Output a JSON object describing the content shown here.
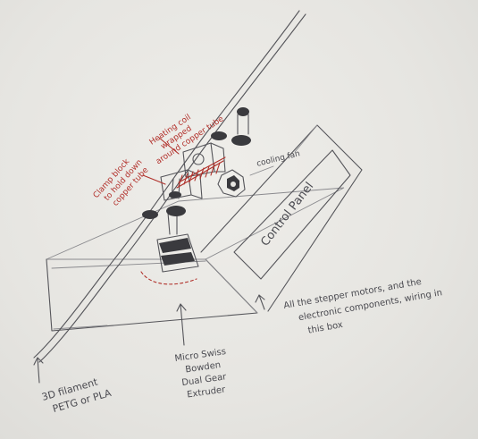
{
  "labels": {
    "clamp_block": [
      "Clamp block",
      "to hold down",
      "copper tube"
    ],
    "heating_coil": [
      "Heating coil",
      "wrapped",
      "around copper tube"
    ],
    "cooling_fan": "cooling fan",
    "control_panel": "Control Panel",
    "stepper_note": [
      "All the stepper motors, and the",
      "electronic components, wiring in",
      "this box"
    ],
    "filament": [
      "3D filament",
      "PETG or PLA"
    ],
    "extruder": [
      "Micro Swiss",
      "Bowden",
      "Dual Gear",
      "Extruder"
    ]
  },
  "colors": {
    "pencil": "#55555a",
    "red_pen": "#b0302a",
    "paper": "#e7e6e2"
  }
}
